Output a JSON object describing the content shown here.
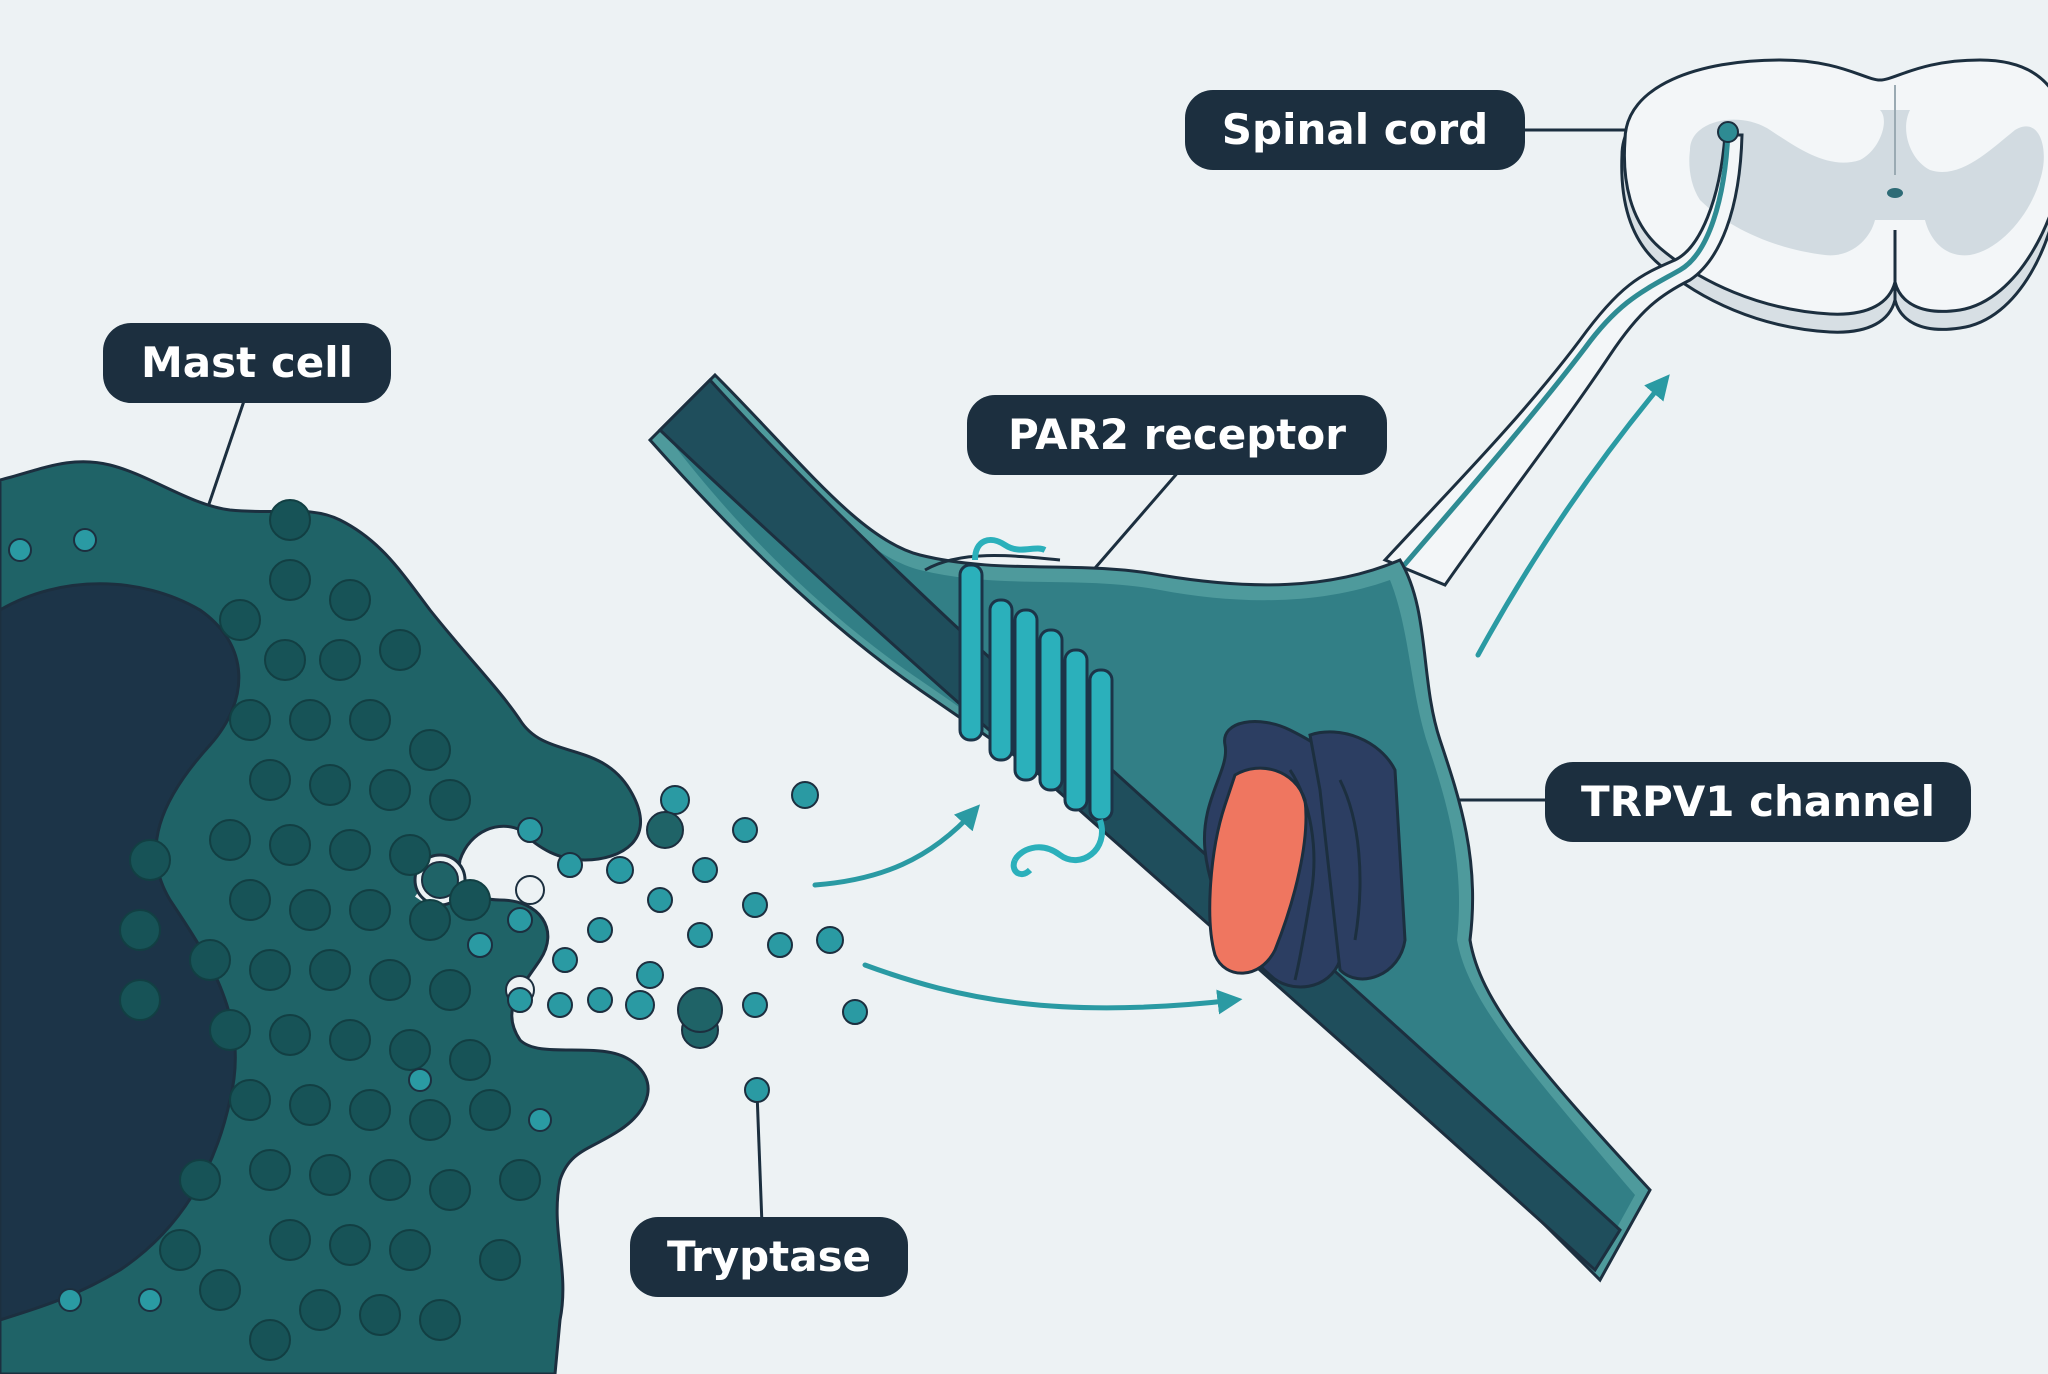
{
  "labels": {
    "spinal_cord": "Spinal cord",
    "mast_cell": "Mast cell",
    "par2_receptor": "PAR2 receptor",
    "trpv1_channel": "TRPV1 channel",
    "tryptase": "Tryptase"
  },
  "colors": {
    "background": "#edf2f4",
    "label_bg": "#1c2f3f",
    "label_text": "#ffffff",
    "mast_cell": "#1f6367",
    "granule": "#175357",
    "nucleus": "#1c3448",
    "tryptase": "#2a9aa3",
    "nerve": "#1f4e5c",
    "nerve_membrane": "#4e9a9c",
    "receptor": "#2bb0bb",
    "trpv1_blue": "#2c3e62",
    "trpv1_red": "#ef7660",
    "spinal_cord": "#f3f6f8",
    "arrow": "#2a9aa3"
  },
  "icons": [
    "mast-cell-icon",
    "nerve-fiber-icon",
    "par2-receptor-icon",
    "trpv1-channel-icon",
    "spinal-cord-icon",
    "tryptase-particle-icon"
  ]
}
